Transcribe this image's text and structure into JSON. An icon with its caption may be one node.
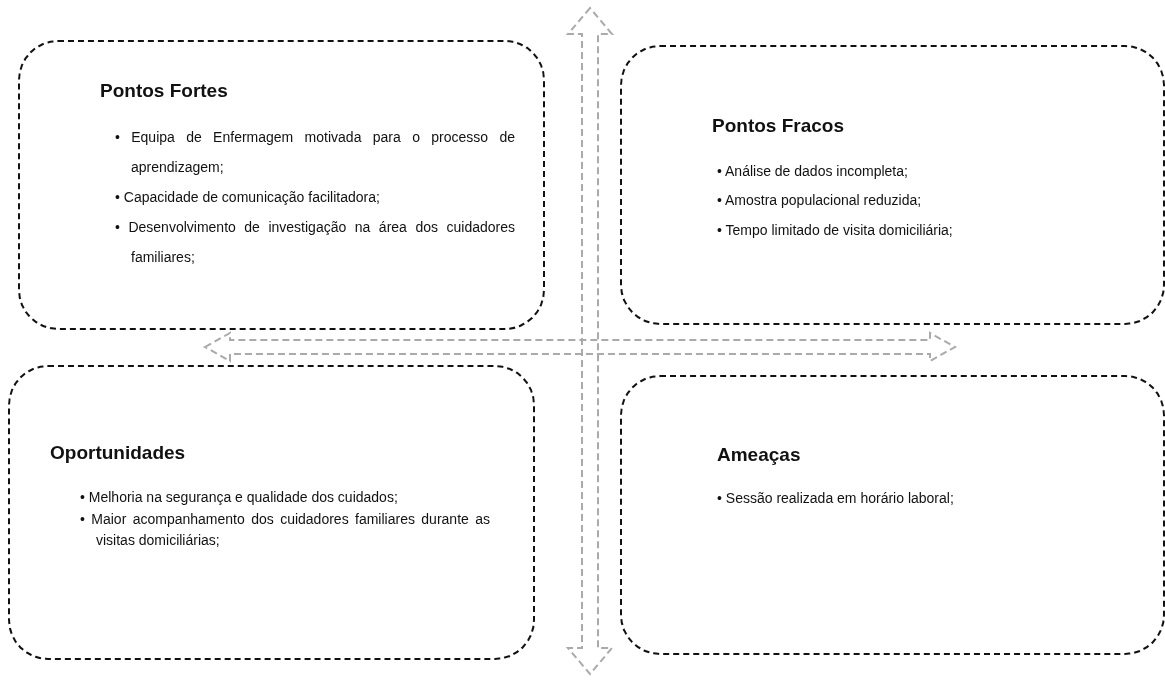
{
  "diagram": {
    "nodes": [
      {
        "text": [
          "Pontos Fortes",
          "• Equipa de Enfermagem motivada para o processo de aprendizagem;",
          "• Capacidade de comunicação facilitadora;",
          "• Desenvolvimento de investigação na área dos cuidadores familiares;"
        ]
      },
      {
        "text": [
          "Pontos Fracos",
          "• Análise de dados incompleta;",
          "• Amostra populacional reduzida;",
          "• Tempo limitado de visita domiciliária;"
        ]
      },
      {
        "text": [
          "Oportunidades",
          "• Melhoria na segurança e qualidade dos cuidados;",
          "• Maior acompanhamento dos cuidadores familiares durante as visitas domiciliárias;"
        ]
      },
      {
        "text": [
          "Ameaças",
          "• Sessão realizada em horário laboral;"
        ]
      }
    ],
    "edges": []
  }
}
